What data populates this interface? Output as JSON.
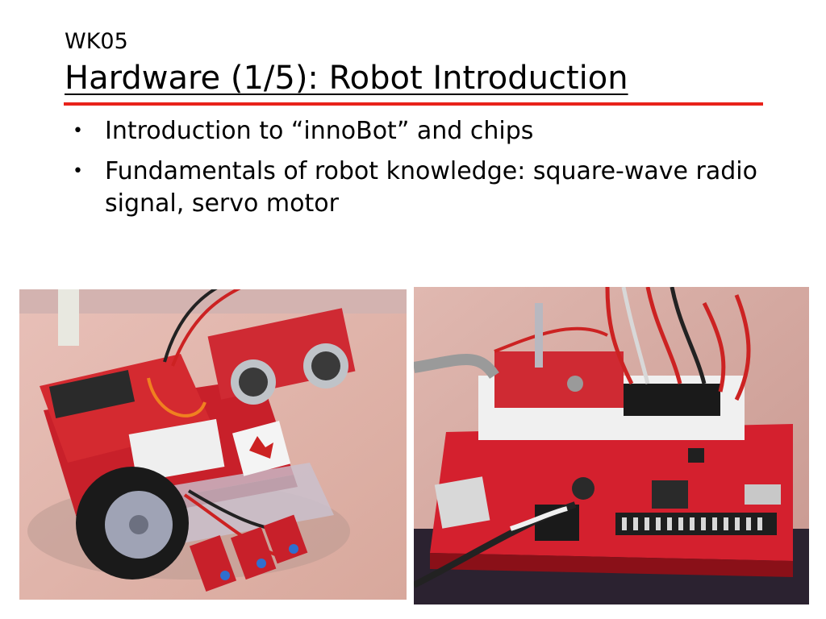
{
  "slide": {
    "week": "WK05",
    "title": "Hardware (1/5): Robot Introduction",
    "accent_color": "#e8221b",
    "bullets": [
      "Introduction to “innoBot” and chips",
      "Fundamentals of robot knowledge: square-wave radio signal, servo motor"
    ]
  },
  "photos": [
    {
      "subject": "robot-front-view"
    },
    {
      "subject": "robot-controller-board"
    }
  ]
}
